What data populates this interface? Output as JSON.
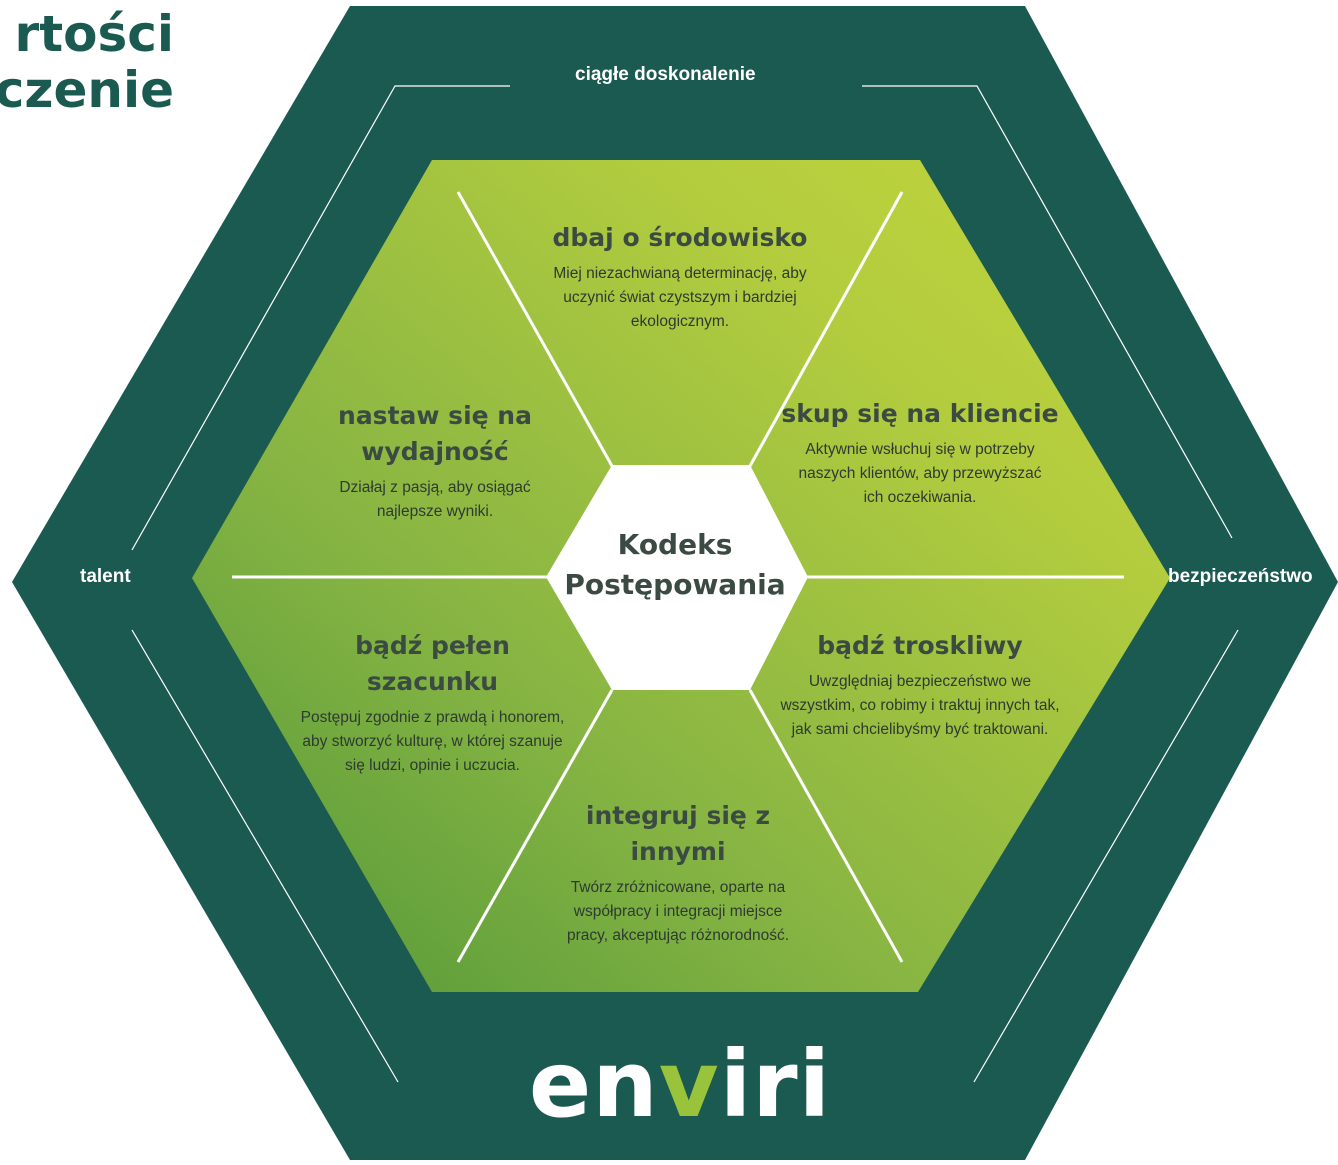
{
  "header": {
    "line1": "rtości",
    "line2": "czenie"
  },
  "ring": {
    "top": "ciągłe doskonalenie",
    "left": "talent",
    "right": "bezpieczeństwo"
  },
  "center": {
    "line1": "Kodeks",
    "line2": "Postępowania"
  },
  "segments": {
    "top": {
      "title": "dbaj o środowisko",
      "text": "Miej niezachwianą determinację, aby uczynić świat czystszym i bardziej ekologicznym."
    },
    "upper_right": {
      "title": "skup się na kliencie",
      "text": "Aktywnie wsłuchuj się w potrzeby naszych klientów, aby przewyższać ich oczekiwania."
    },
    "lower_right": {
      "title": "bądź troskliwy",
      "text": "Uwzględniaj bezpieczeństwo we wszystkim, co robimy i traktuj innych tak, jak sami chcielibyśmy być traktowani."
    },
    "bottom": {
      "title": "integruj się z innymi",
      "text": "Twórz zróżnicowane, oparte na współpracy i integracji miejsce pracy, akceptując różnorodność."
    },
    "lower_left": {
      "title": "bądź pełen szacunku",
      "text": "Postępuj zgodnie z prawdą i honorem, aby stworzyć kulturę, w której szanuje się ludzi, opinie i uczucia."
    },
    "upper_left": {
      "title": "nastaw się na wydajność",
      "text": "Działaj z pasją, aby osiągać najlepsze wyniki."
    }
  },
  "logo": {
    "part1": "en",
    "part2": "v",
    "part3": "iri"
  },
  "colors": {
    "outer_hex": "#1b5a50",
    "inner_green_light": "#b8cf3e",
    "inner_green_dark": "#4f9638",
    "divider": "#ffffff",
    "logo_accent": "#9ac33c"
  }
}
